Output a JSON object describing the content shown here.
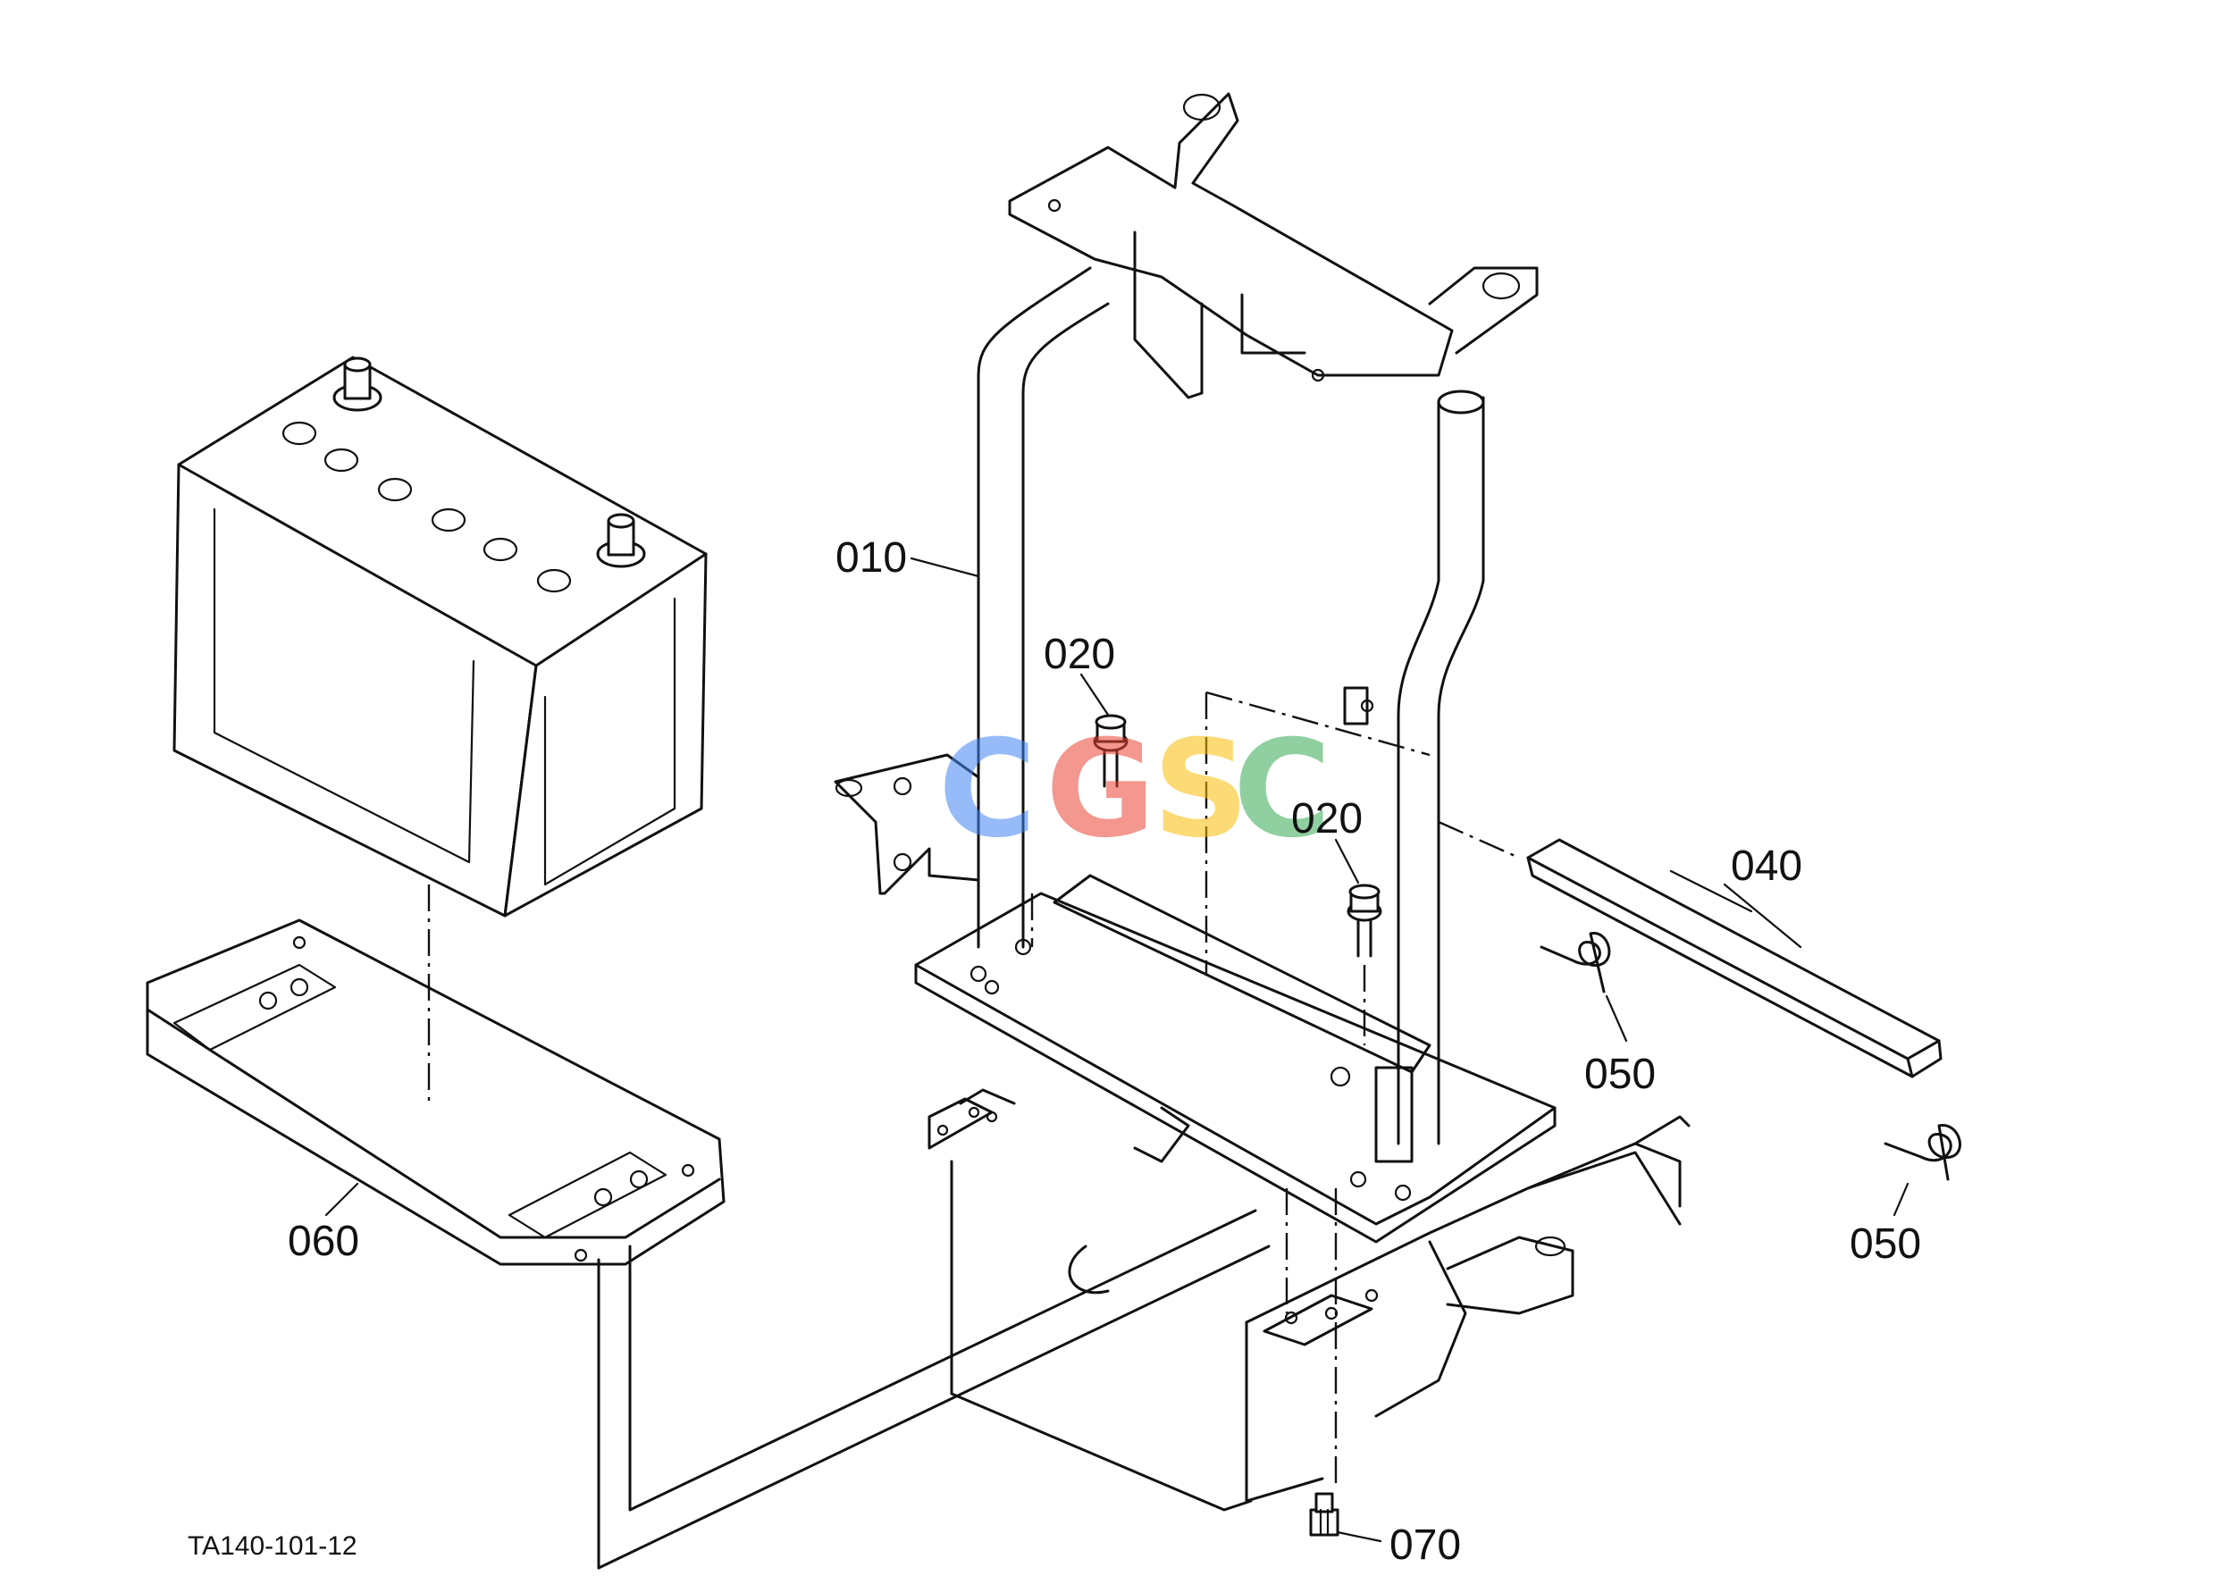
{
  "diagram": {
    "drawing_code": "TA140-101-12",
    "parts": [
      {
        "id": "010"
      },
      {
        "id": "020"
      },
      {
        "id": "020"
      },
      {
        "id": "040"
      },
      {
        "id": "050"
      },
      {
        "id": "050"
      },
      {
        "id": "060"
      },
      {
        "id": "070"
      }
    ]
  },
  "watermark": {
    "letters": [
      "C",
      "G",
      "S",
      "C"
    ],
    "colors": [
      "#4285F4",
      "#EA4335",
      "#FBBC05",
      "#34A853"
    ]
  }
}
